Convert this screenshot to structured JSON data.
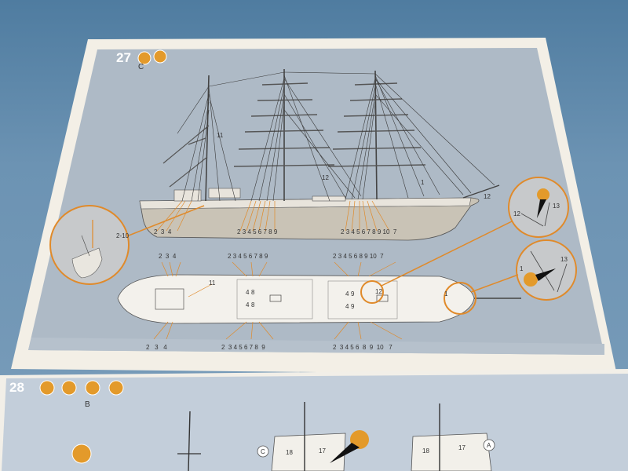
{
  "step27": {
    "number": "27",
    "sublabel": "C",
    "icons": [
      "glue-tube-icon",
      "brush-icon"
    ],
    "callout_left": {
      "labels": [
        "2-10"
      ]
    },
    "callout_top_right": {
      "labels": [
        "12",
        "13"
      ]
    },
    "callout_bottom_right": {
      "labels": [
        "1",
        "13"
      ]
    },
    "side_view": {
      "group_a": [
        "2",
        "3",
        "4"
      ],
      "group_b": [
        "2",
        "3",
        "4",
        "5",
        "6",
        "7",
        "8",
        "9"
      ],
      "group_c": [
        "2",
        "3",
        "4",
        "5",
        "6",
        "7",
        "8",
        "9",
        "10",
        "7"
      ],
      "mast_labels": [
        "11",
        "12",
        "1",
        "12"
      ]
    },
    "top_view": {
      "top_a": [
        "2",
        "3",
        "4"
      ],
      "top_b": [
        "2",
        "3",
        "4",
        "5",
        "6",
        "7",
        "8",
        "9"
      ],
      "top_c": [
        "2",
        "3",
        "4",
        "5",
        "6",
        "8",
        "9",
        "10",
        "7"
      ],
      "bottom_a": [
        "2",
        "3",
        "4"
      ],
      "bottom_b": [
        "2",
        "3",
        "4",
        "5",
        "6",
        "7",
        "8",
        "9"
      ],
      "bottom_c": [
        "2",
        "3",
        "4",
        "5",
        "6",
        "8",
        "9",
        "10",
        "7"
      ],
      "inner": [
        "11",
        "4",
        "8",
        "4",
        "8",
        "4",
        "9",
        "4",
        "9",
        "12",
        "1"
      ]
    }
  },
  "step28": {
    "number": "28",
    "sublabel": "B",
    "icons": [
      "glue-tube-icon",
      "scissors-icon",
      "paint-icon",
      "brush-icon"
    ],
    "sail_labels": [
      "18",
      "17",
      "18",
      "17"
    ],
    "markers": [
      "C",
      "A"
    ]
  }
}
